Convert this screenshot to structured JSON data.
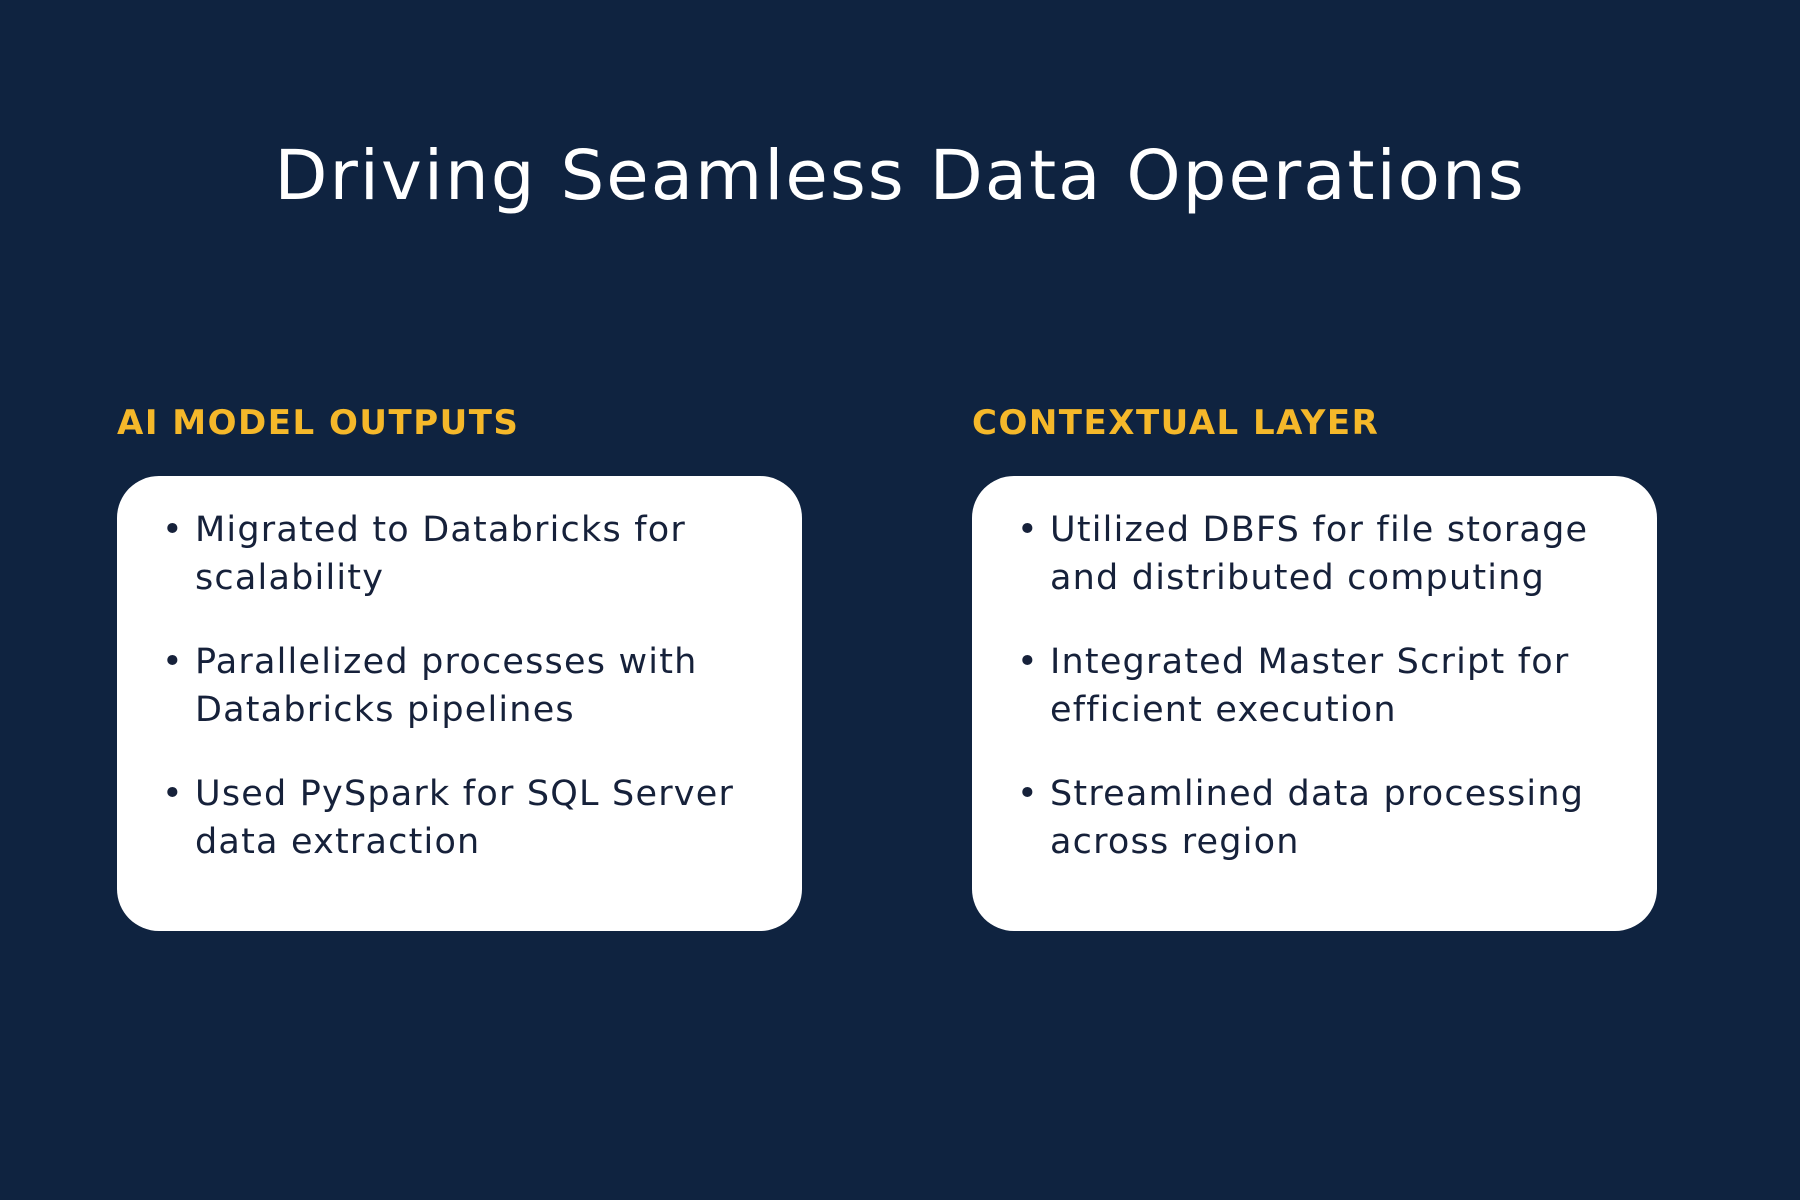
{
  "title": "Driving Seamless Data Operations",
  "colors": {
    "background": "#0f2340",
    "accent": "#f5b82a",
    "card": "#ffffff",
    "text": "#16213a"
  },
  "columns": [
    {
      "heading": "AI MODEL OUTPUTS",
      "items": [
        "Migrated to Databricks for scalability",
        "Parallelized processes with Databricks pipelines",
        "Used PySpark for SQL Server data extraction"
      ]
    },
    {
      "heading": "CONTEXTUAL LAYER",
      "items": [
        "Utilized DBFS for file storage and distributed computing",
        "Integrated Master Script for efficient execution",
        "Streamlined data processing across region"
      ]
    }
  ]
}
